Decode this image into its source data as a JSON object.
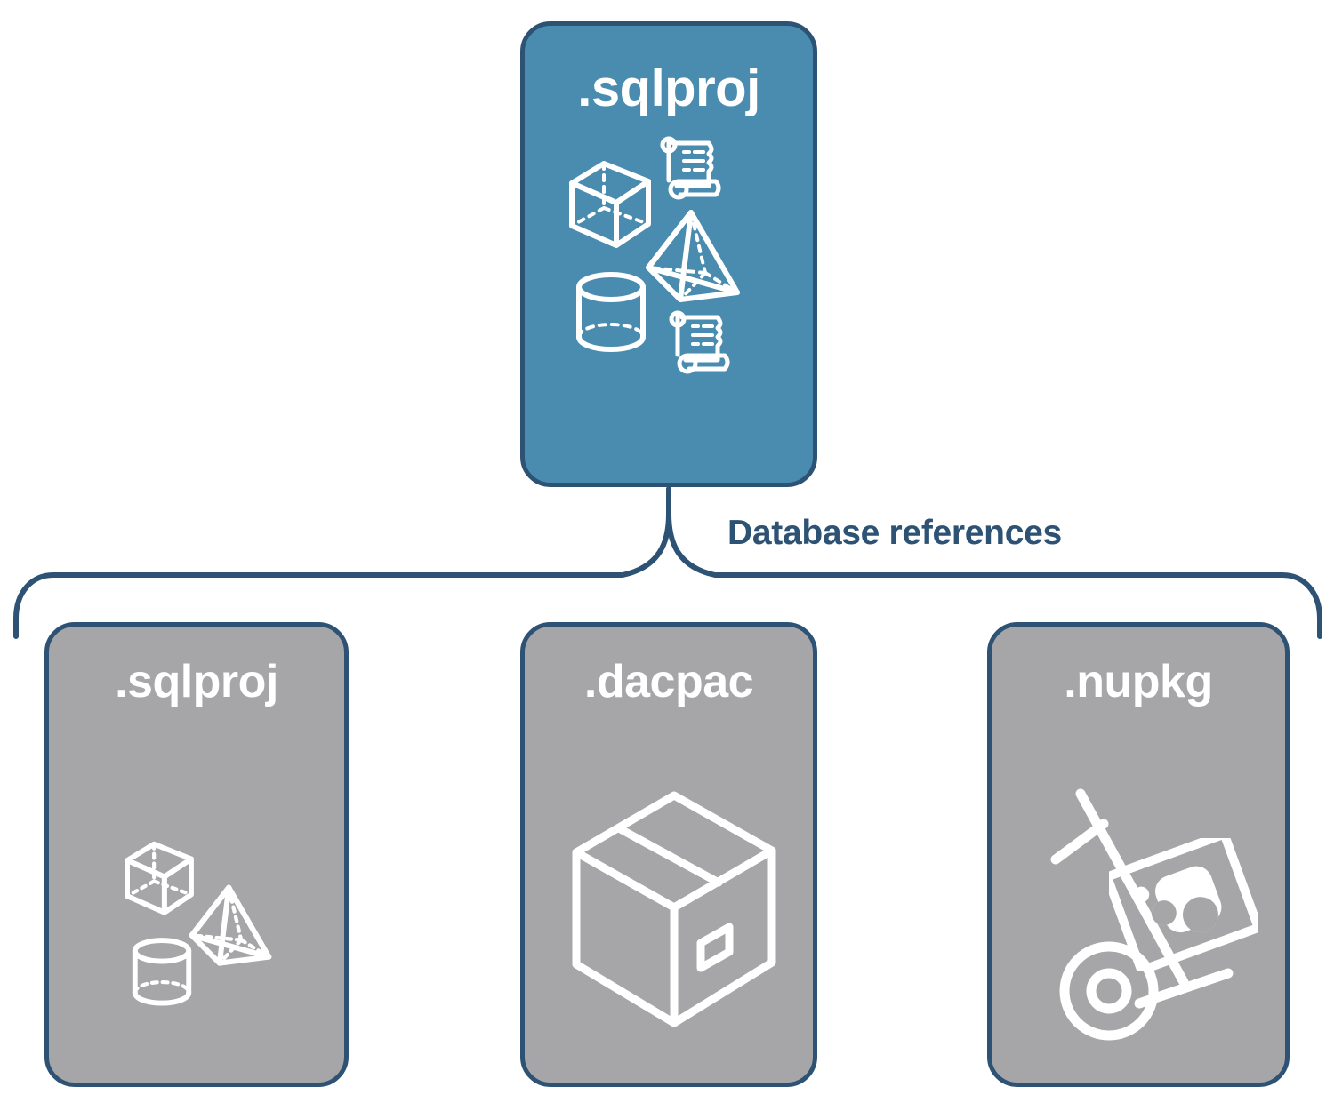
{
  "diagram": {
    "title_text": "Database references",
    "colors": {
      "primary_fill": "#4a8cb0",
      "secondary_fill": "#a6a6a8",
      "stroke": "#2d5274",
      "icon_stroke": "#ffffff",
      "background": "#ffffff"
    }
  },
  "root_card": {
    "label": ".sqlproj",
    "icons": [
      "cube-icon",
      "scroll-icon",
      "pyramid-icon",
      "cylinder-icon",
      "scroll-icon"
    ]
  },
  "connector": {
    "label": "Database references",
    "type": "curly-brace"
  },
  "reference_cards": [
    {
      "label": ".sqlproj",
      "icons": [
        "cube-icon",
        "pyramid-icon",
        "cylinder-icon"
      ]
    },
    {
      "label": ".dacpac",
      "icons": [
        "package-box-icon"
      ]
    },
    {
      "label": ".nupkg",
      "icons": [
        "hand-truck-icon",
        "nuget-package-icon"
      ]
    }
  ]
}
